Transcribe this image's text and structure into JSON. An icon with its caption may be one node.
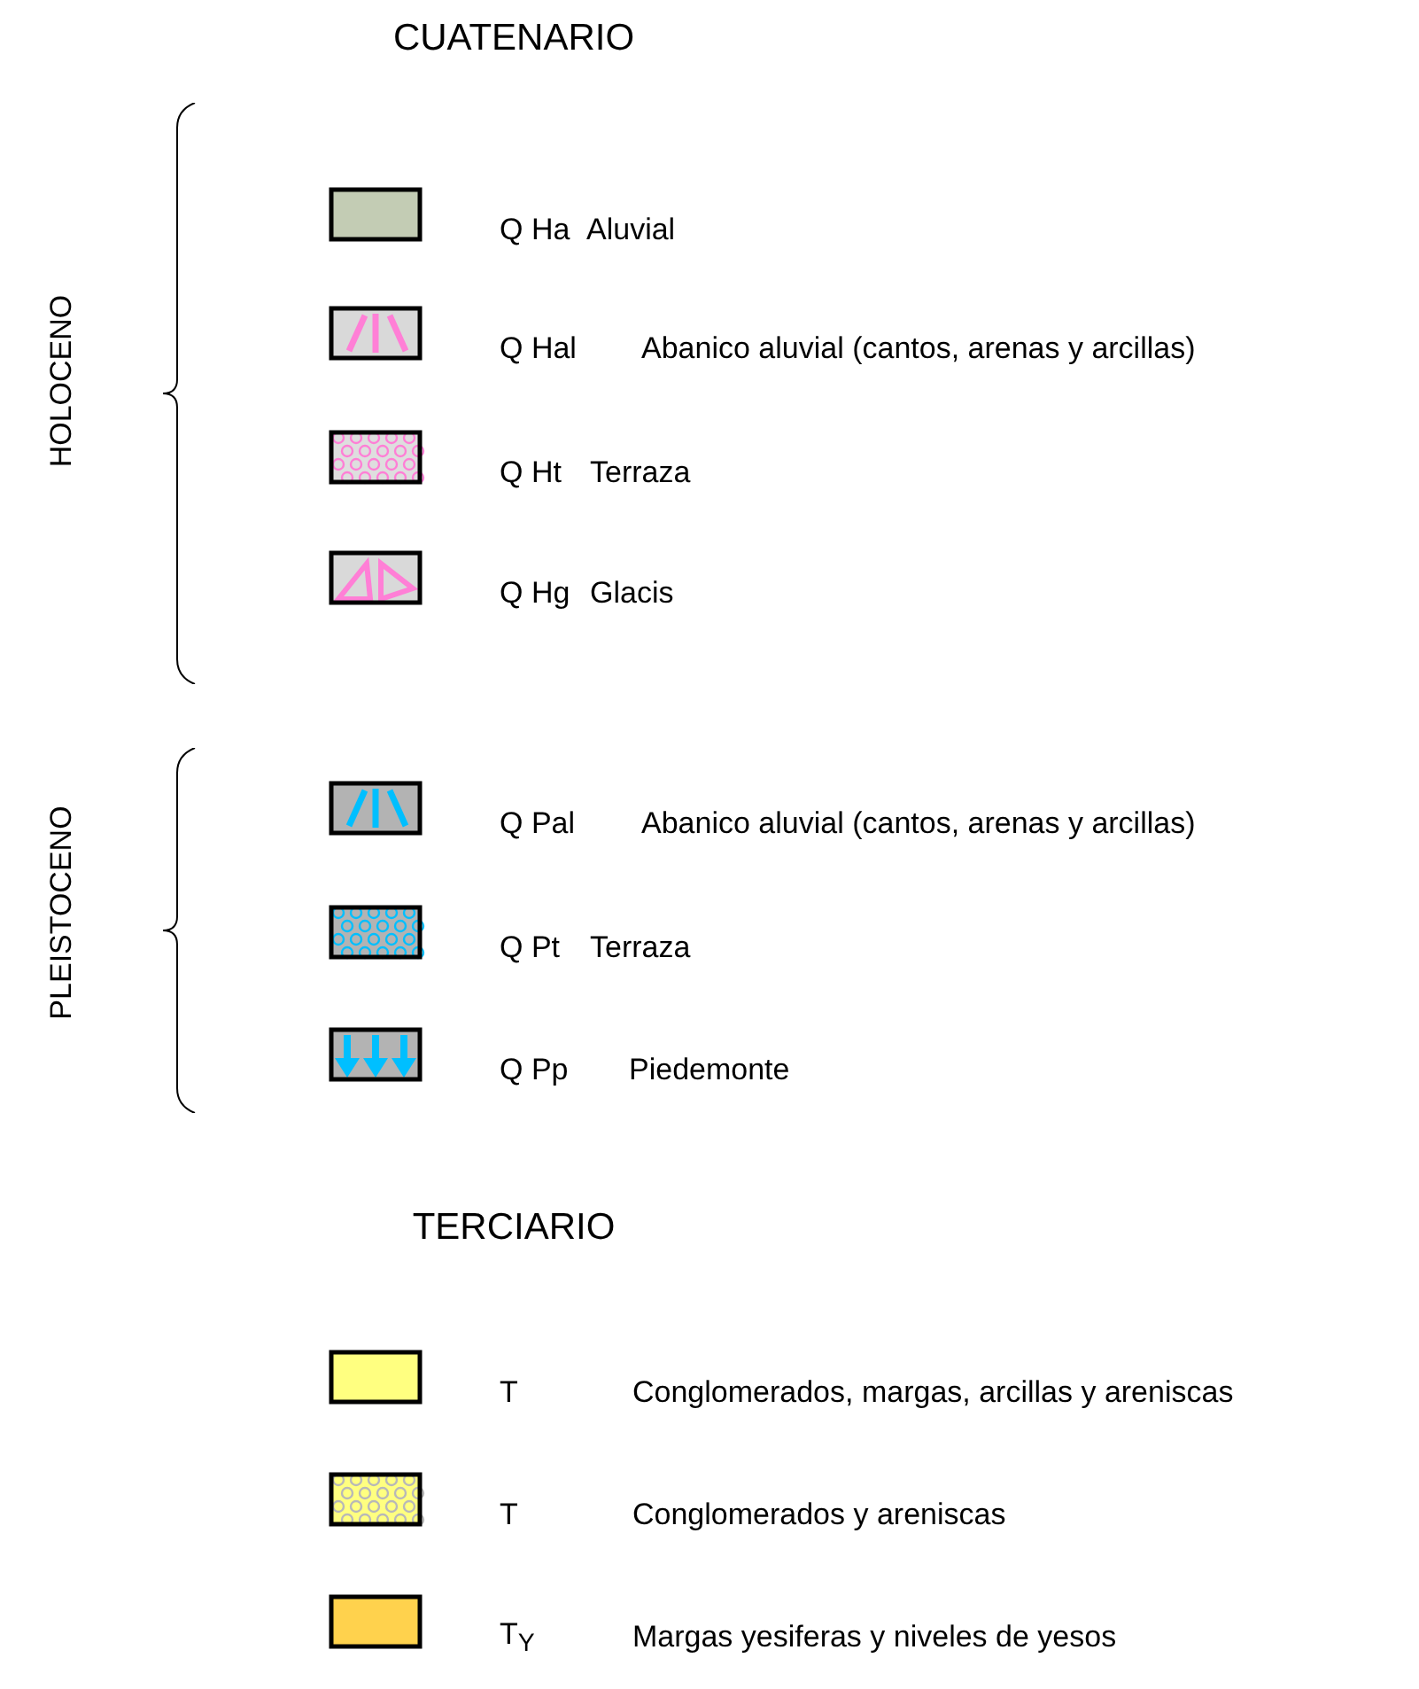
{
  "diagram": {
    "title": "CUATENARIO",
    "labels": [
      "HOLOCENO",
      "Q Ha",
      "Q Hal",
      "Q Ht",
      "Q Hg",
      "PLEISTOCENO",
      "Q Pal",
      "Q Pt",
      "Q Pp",
      "TERCIARIO",
      "T",
      "T",
      "T$_{Y}$"
    ],
    "legend": [
      {
        "text": "Aluvial",
        "color": "#c3ccb4"
      },
      {
        "text": "Abanico aluvial (cantos, arenas y arcillas)"
      },
      {
        "text": "Terraza"
      },
      {
        "text": "Glacis"
      },
      {
        "text": "Abanico aluvial (cantos, arenas y arcillas)"
      },
      {
        "text": "Terraza"
      },
      {
        "text": "Piedemonte"
      },
      {
        "text": "Conglomerados, margas, arcillas y areniscas",
        "color": "#ffff80"
      },
      {
        "text": "Conglomerados y areniscas"
      },
      {
        "text": "Margas yesiferas y niveles de yesos",
        "color": "#ffd24d"
      }
    ]
  }
}
